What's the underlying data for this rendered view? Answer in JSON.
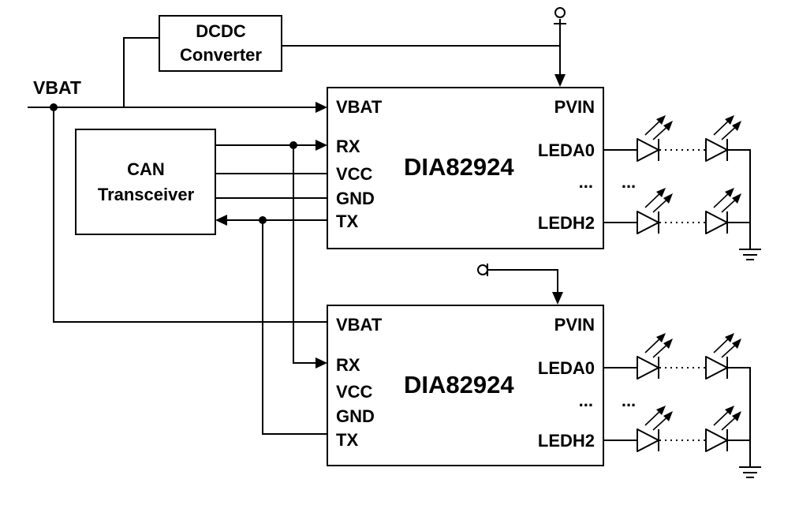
{
  "vbat_label": "VBAT",
  "dcdc": {
    "line1": "DCDC",
    "line2": "Converter"
  },
  "can": {
    "line1": "CAN",
    "line2": "Transceiver"
  },
  "chips": [
    {
      "name": "DIA82924",
      "pins_left": [
        "VBAT",
        "RX",
        "VCC",
        "GND",
        "TX"
      ],
      "pins_right": [
        "PVIN",
        "LEDA0",
        "...",
        "LEDH2"
      ],
      "between_diodes": "..."
    },
    {
      "name": "DIA82924",
      "pins_left": [
        "VBAT",
        "RX",
        "VCC",
        "GND",
        "TX"
      ],
      "pins_right": [
        "PVIN",
        "LEDA0",
        "...",
        "LEDH2"
      ],
      "between_diodes": "..."
    }
  ],
  "icons": [
    "led-icon",
    "ground-icon",
    "power-terminal-icon",
    "arrow-icon"
  ]
}
